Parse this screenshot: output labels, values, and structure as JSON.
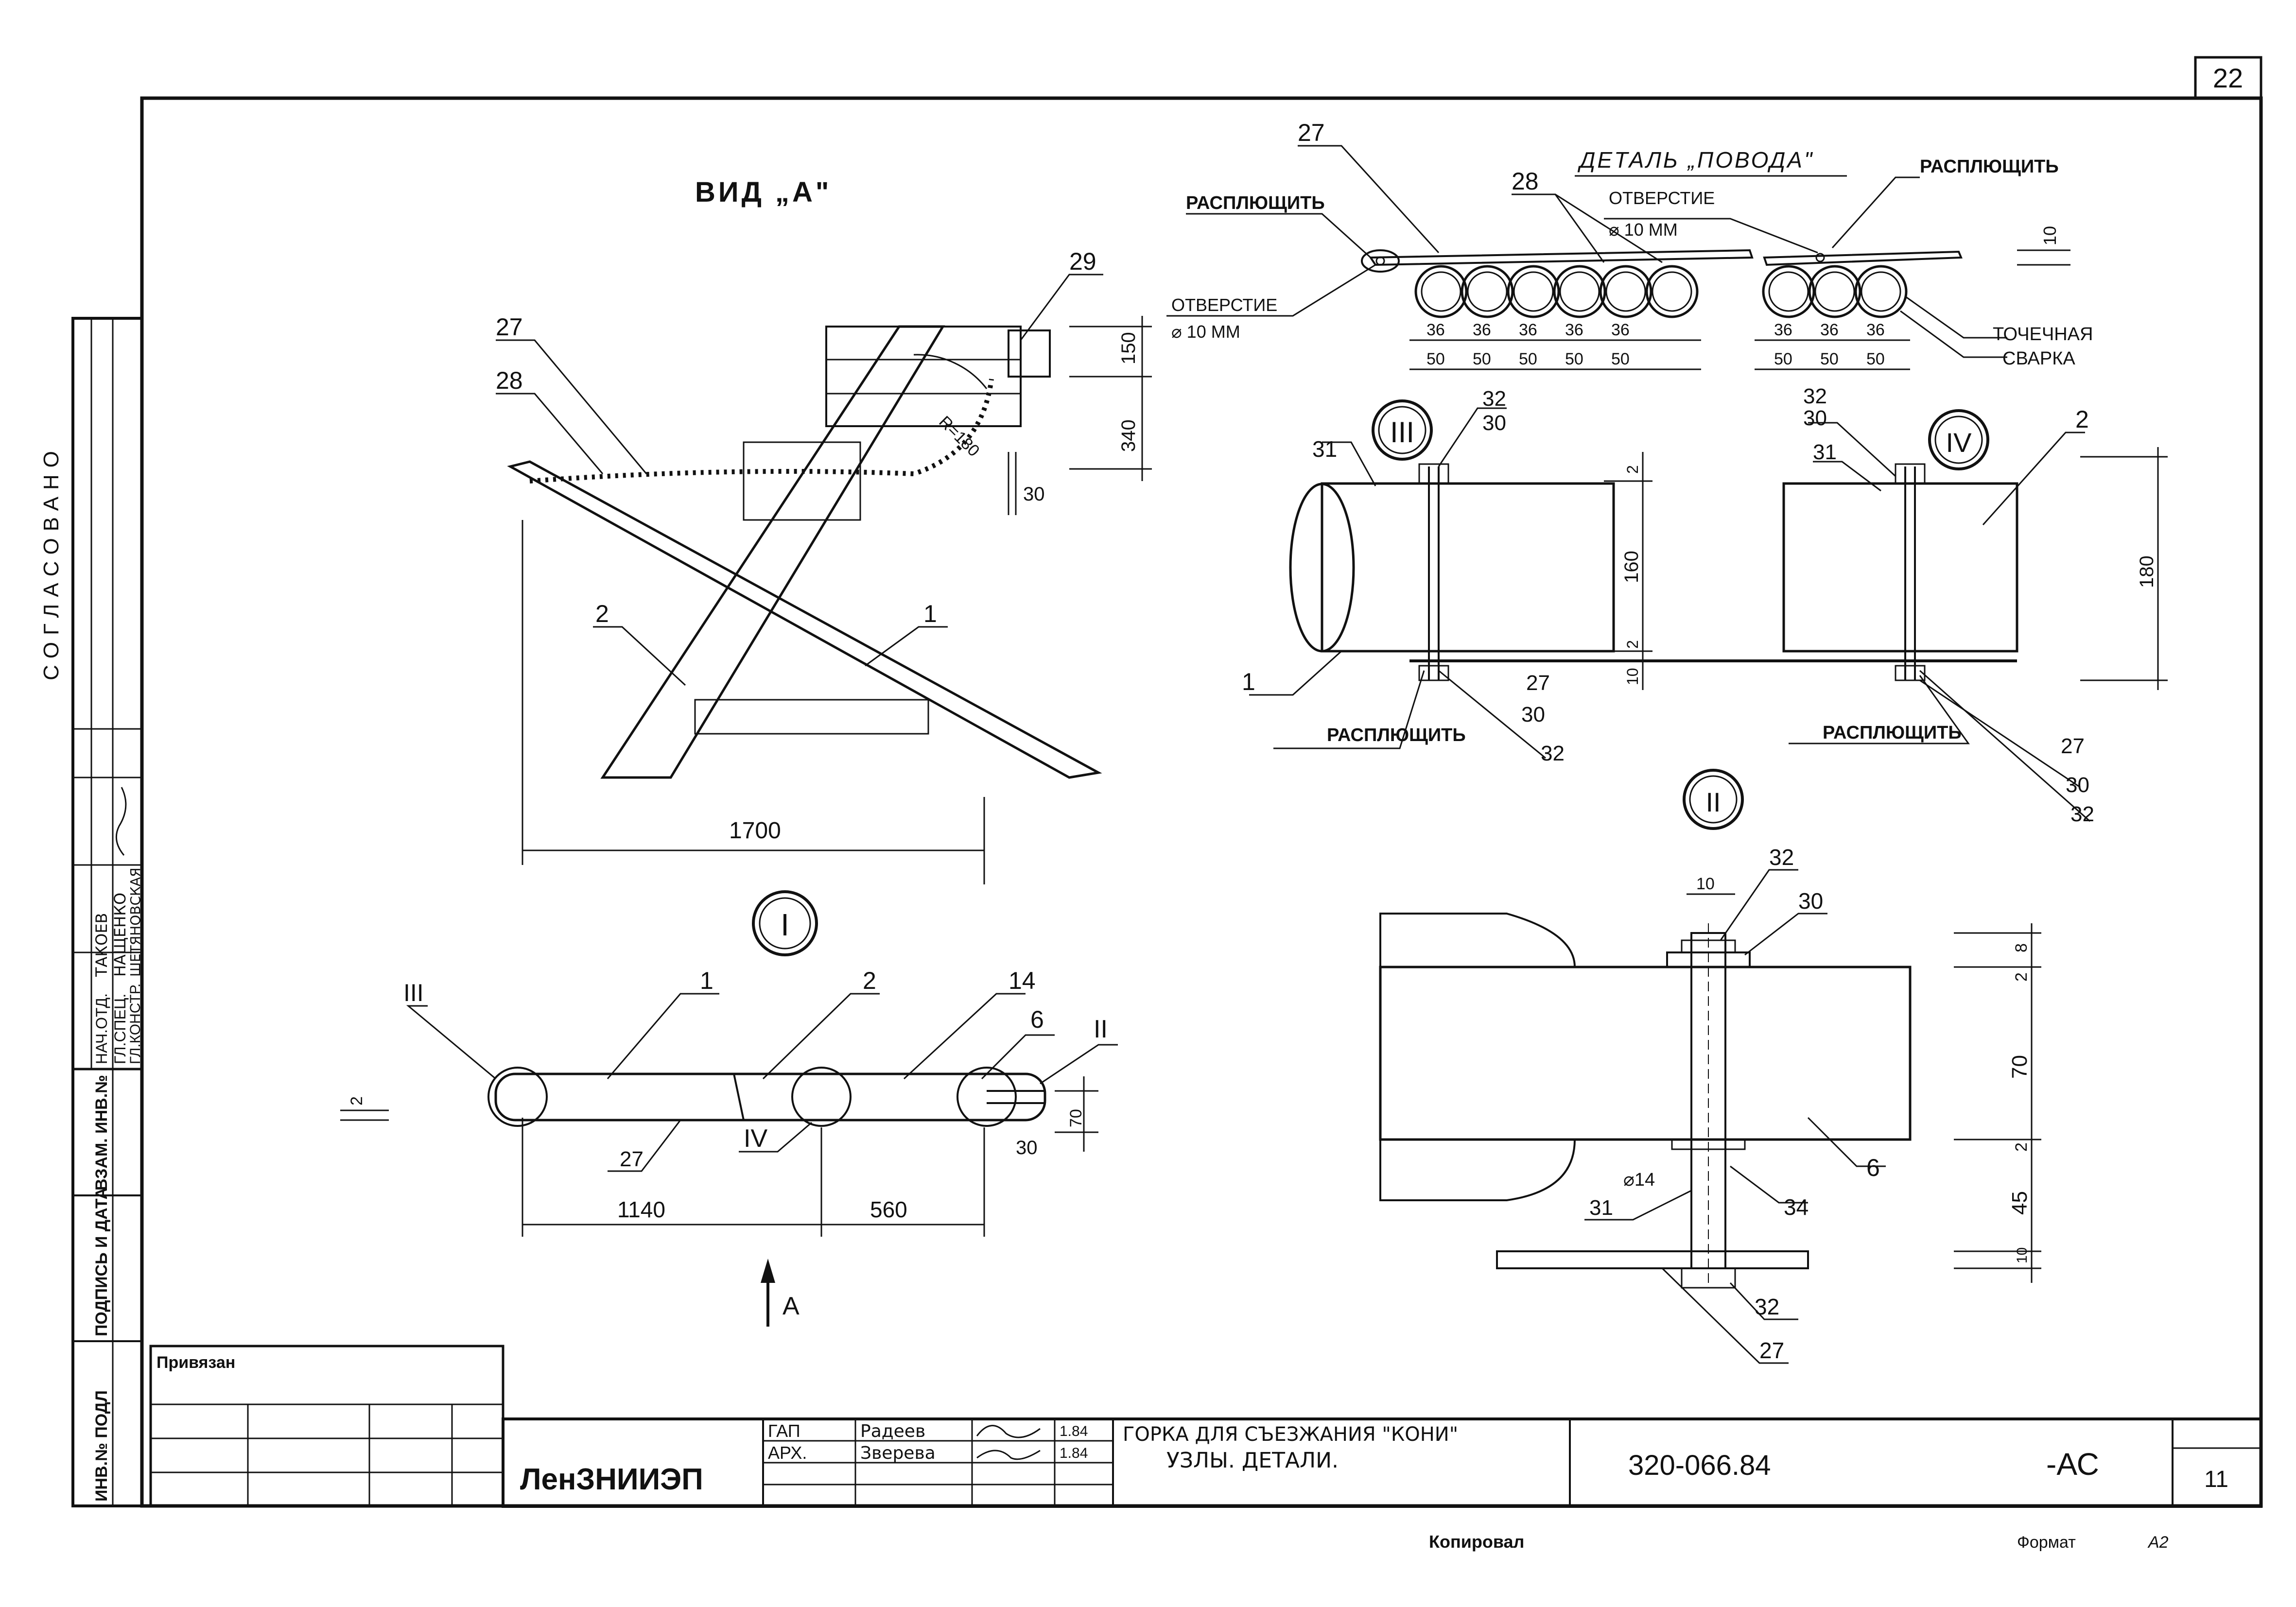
{
  "sheet": {
    "page_number": "22",
    "bottom_copy_label": "Копировал",
    "bottom_format_label": "Формат",
    "bottom_format_value": "А2"
  },
  "views": {
    "view_a_title": "ВИД „А\"",
    "view_a_dim_width": "1700",
    "view_a_dim_340": "340",
    "view_a_dim_150": "150",
    "view_a_dim_30": "30",
    "view_a_radius": "R=180",
    "arrow_label": "А",
    "plan_dim_1140": "1140",
    "plan_dim_560": "560",
    "plan_dim_70": "70",
    "plan_dim_30": "30",
    "plan_dim_2": "2"
  },
  "detail_lead": {
    "title": "ДЕТАЛЬ „ПОВОДА\"",
    "flatten_left": "РАСПЛЮЩИТЬ",
    "flatten_right": "РАСПЛЮЩИТЬ",
    "hole_top_label": "ОТВЕРСТИЕ",
    "hole_top_size": "⌀ 10 ММ",
    "hole_left_label": "ОТВЕРСТИЕ",
    "hole_left_size": "⌀ 10 ММ",
    "spot_weld_1": "ТОЧЕЧНАЯ",
    "spot_weld_2": "СВАРКА",
    "dims_36": [
      "36",
      "36",
      "36",
      "36",
      "36",
      "36",
      "36",
      "36"
    ],
    "dims_50": [
      "50",
      "50",
      "50",
      "50",
      "50",
      "50",
      "50",
      "50"
    ],
    "dim_10": "10"
  },
  "nodes": {
    "node_1": "I",
    "node_2": "II",
    "node_3": "III",
    "node_4": "IV",
    "node3_dim_160": "160",
    "node3_dim_2a": "2",
    "node3_dim_2b": "2",
    "node3_dim_10": "10",
    "node4_dim_180": "180",
    "flatten_node3": "РАСПЛЮЩИТЬ",
    "flatten_node4": "РАСПЛЮЩИТЬ",
    "node2_dim_10": "10",
    "node2_dim_8": "8",
    "node2_dim_2a": "2",
    "node2_dim_70": "70",
    "node2_dim_2b": "2",
    "node2_dim_45": "45",
    "node2_dim_10b": "10",
    "node2_diameter": "⌀14"
  },
  "positions": {
    "p1": "1",
    "p2": "2",
    "p6": "6",
    "p14": "14",
    "p27": "27",
    "p28": "28",
    "p29": "29",
    "p30": "30",
    "p31": "31",
    "p32": "32",
    "p34": "34"
  },
  "side_stamp": {
    "agreed": "СОГЛАСОВАНО",
    "role_1": "НАЧ.ОТД.",
    "role_2": "ГЛ.СПЕЦ.",
    "role_3": "ГЛ.КОНСТР.",
    "name_1": "ТАКОЕВ",
    "name_2": "НАЩЕНКО",
    "name_3": "ШЕТЯНОВСКАЯ",
    "inv_label": "ИНВ.№ ПОДЛ",
    "sign_label": "ПОДПИСЬ И ДАТА",
    "exchange_label": "ВЗАМ. ИНВ.№"
  },
  "title_block": {
    "bound_label": "Привязан",
    "organization": "ЛенЗНИИЭП",
    "role_gap": "ГАП",
    "role_arch": "АРХ.",
    "name_gap": "Радеев",
    "name_arch": "Зверева",
    "date_1": "1.84",
    "date_2": "1.84",
    "project_title_1": "ГОРКА ДЛЯ СЪЕЗЖАНИЯ \"КОНИ\"",
    "project_title_2": "УЗЛЫ. ДЕТАЛИ.",
    "doc_number": "320-066.84",
    "doc_suffix": "-АС",
    "sheet_no": "11"
  }
}
